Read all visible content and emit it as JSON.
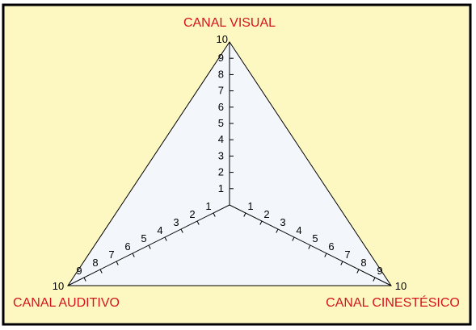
{
  "colors": {
    "background": "#fdf8c2",
    "frame": "#000000",
    "triangle_fill": "#f3f6fb",
    "title": "#d4141c"
  },
  "axes": {
    "visual": {
      "title": "CANAL VISUAL"
    },
    "auditivo": {
      "title": "CANAL AUDITIVO"
    },
    "cinestesico": {
      "title": "CANAL CINESTÉSICO"
    }
  },
  "scale": {
    "min": 0,
    "max": 10,
    "ticks": [
      "1",
      "2",
      "3",
      "4",
      "5",
      "6",
      "7",
      "8",
      "9",
      "10"
    ]
  }
}
